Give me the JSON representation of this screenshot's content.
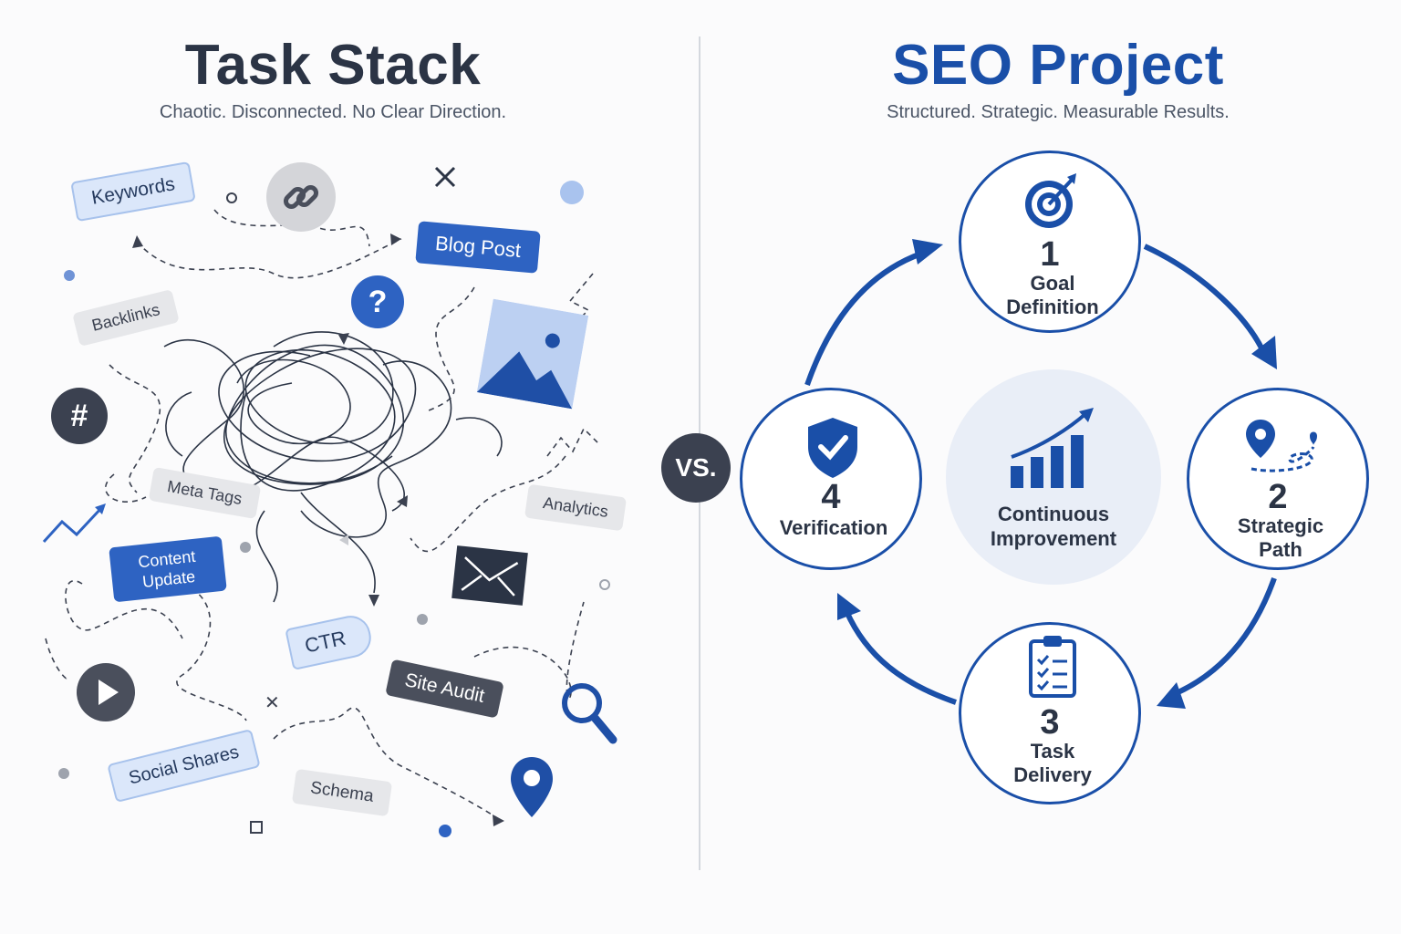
{
  "left": {
    "title": "Task Stack",
    "subtitle": "Chaotic. Disconnected. No Clear Direction.",
    "tags": {
      "keywords": "Keywords",
      "blog_post": "Blog Post",
      "backlinks": "Backlinks",
      "meta_tags": "Meta Tags",
      "analytics": "Analytics",
      "content_update": "Content Update",
      "ctr": "CTR",
      "site_audit": "Site Audit",
      "social_shares": "Social Shares",
      "schema": "Schema"
    },
    "icons": [
      "link-icon",
      "question-icon",
      "image-icon",
      "hashtag-icon",
      "trend-icon",
      "mail-icon",
      "play-icon",
      "search-icon",
      "location-pin-icon",
      "close-icon"
    ]
  },
  "divider": {
    "vs_label": "VS."
  },
  "right": {
    "title": "SEO Project",
    "subtitle": "Structured. Strategic. Measurable Results.",
    "hub_label": "Continuous Improvement",
    "steps": [
      {
        "number": "1",
        "label": "Goal Definition",
        "icon": "target-icon"
      },
      {
        "number": "2",
        "label": "Strategic Path",
        "icon": "route-pin-icon"
      },
      {
        "number": "3",
        "label": "Task Delivery",
        "icon": "clipboard-checklist-icon"
      },
      {
        "number": "4",
        "label": "Verification",
        "icon": "shield-check-icon"
      }
    ]
  },
  "colors": {
    "accent": "#1a4fa8",
    "blue": "#2e63c2",
    "dark": "#3b4150",
    "light_blue": "#dbe7fa"
  }
}
